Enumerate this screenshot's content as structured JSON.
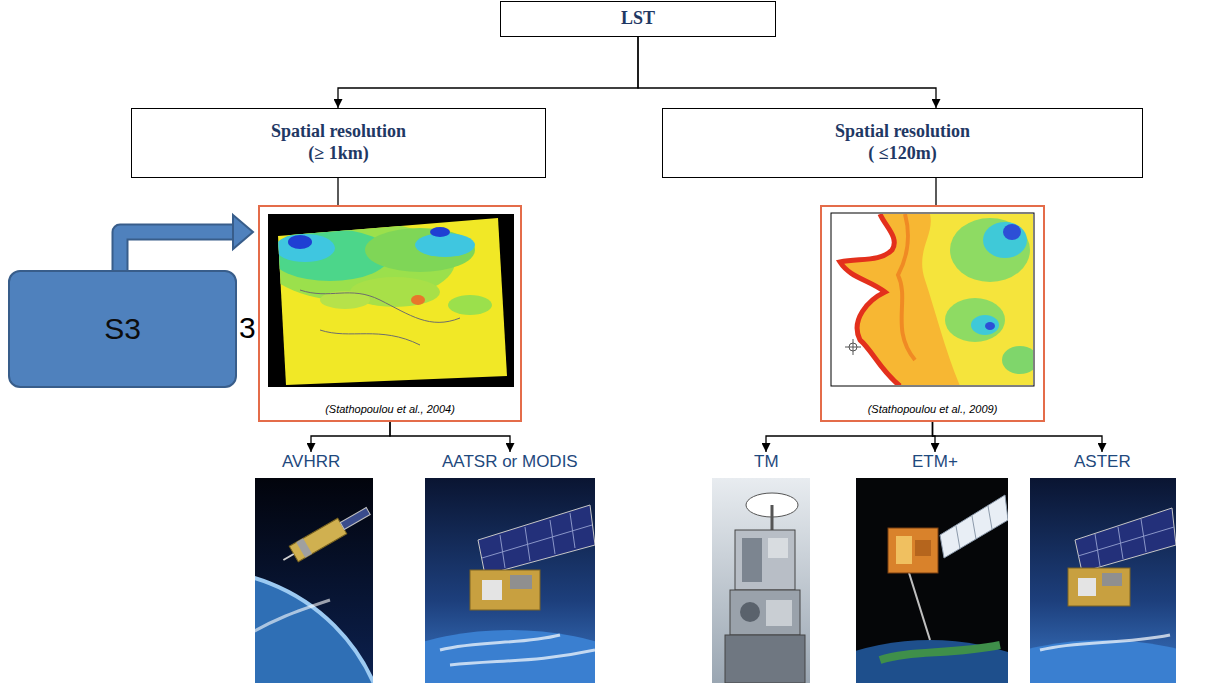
{
  "diagram": {
    "nodes": [
      {
        "text": [
          "LST"
        ]
      },
      {
        "text": [
          "Spatial resolution (≥ 1km)"
        ]
      },
      {
        "text": [
          "Spatial resolution ( ≤120m)"
        ]
      },
      {
        "text": [
          "(Stathopoulou et al., 2004)"
        ]
      },
      {
        "text": [
          "(Stathopoulou et al., 2009)"
        ]
      },
      {
        "text": [
          "S3"
        ]
      },
      {
        "text": [
          "AVHRR"
        ]
      },
      {
        "text": [
          "AATSR or MODIS"
        ]
      },
      {
        "text": [
          "TM"
        ]
      },
      {
        "text": [
          "ETM+"
        ]
      },
      {
        "text": [
          "ASTER"
        ]
      }
    ],
    "edges": [
      {
        "from": 0,
        "to": 1,
        "arrow": "to"
      },
      {
        "from": 0,
        "to": 2,
        "arrow": "to"
      },
      {
        "from": 1,
        "to": 3,
        "arrow": "none"
      },
      {
        "from": 2,
        "to": 4,
        "arrow": "none"
      },
      {
        "from": 5,
        "to": 3,
        "arrow": "to"
      },
      {
        "from": 3,
        "to": 6,
        "arrow": "to"
      },
      {
        "from": 3,
        "to": 7,
        "arrow": "to"
      },
      {
        "from": 4,
        "to": 8,
        "arrow": "to"
      },
      {
        "from": 4,
        "to": 9,
        "arrow": "to"
      },
      {
        "from": 4,
        "to": 10,
        "arrow": "to"
      }
    ],
    "labels": [
      "3"
    ]
  }
}
